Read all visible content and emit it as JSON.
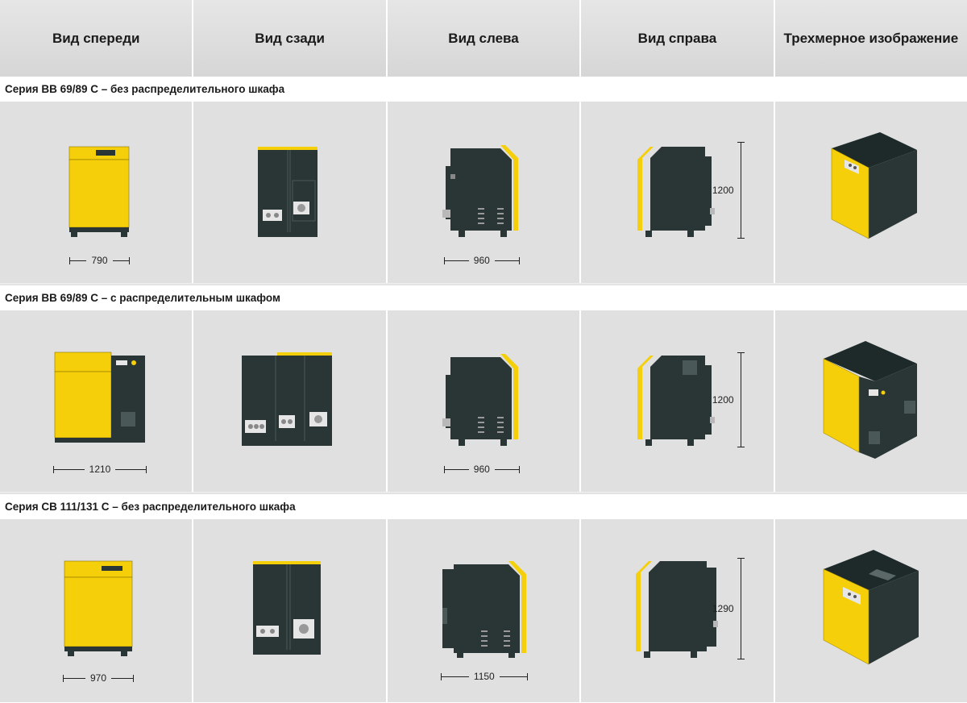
{
  "header": {
    "columns": [
      "Вид спереди",
      "Вид сзади",
      "Вид слева",
      "Вид справа",
      "Трехмерное изображение"
    ]
  },
  "series": [
    {
      "title": "Серия BB 69/89 C – без распределительного шкафа",
      "front_width": "790",
      "side_depth": "960",
      "height": "1200"
    },
    {
      "title": "Серия BB 69/89 C – с распределительным шкафом",
      "front_width": "1210",
      "side_depth": "960",
      "height": "1200"
    },
    {
      "title": "Серия CB 111/131 C – без распределительного шкафа",
      "front_width": "970",
      "side_depth": "1150",
      "height": "1290"
    }
  ],
  "colors": {
    "yellow": "#f5cf0a",
    "dark": "#2a3636",
    "cell_bg": "#e0e0e0",
    "header_bg": "#dedede"
  }
}
